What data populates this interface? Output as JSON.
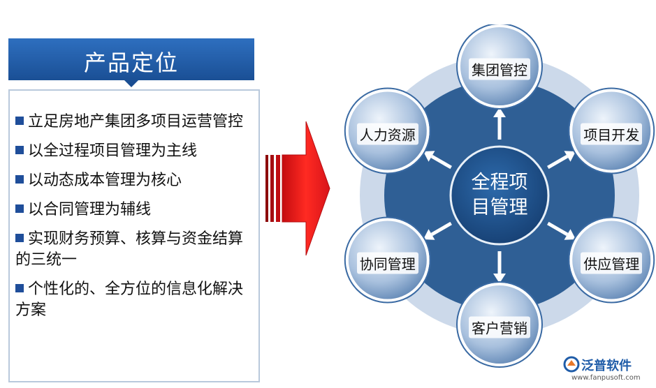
{
  "panel": {
    "title": "产品定位",
    "items": [
      "立足房地产集团多项目运营管控",
      "以全过程项目管理为主线",
      "以动态成本管理为核心",
      "以合同管理为辅线",
      "实现财务预算、核算与资金结算的三统一",
      "个性化的、全方位的信息化解决方案"
    ]
  },
  "diagram": {
    "center": "全程项目管理",
    "center_lines": [
      "全程项",
      "目管理"
    ],
    "nodes": [
      "集团管控",
      "项目开发",
      "供应管理",
      "客户营销",
      "协同管理",
      "人力资源"
    ]
  },
  "watermark": {
    "name": "泛普软件",
    "url": "www.fanpusoft.com"
  },
  "colors": {
    "header_blue": "#1f5ca8",
    "ring_outer": "#c9d6e8",
    "ring_mid": "#2f5f95",
    "center_fill": "#1d4f87",
    "arrow_red": "#e3161b"
  }
}
